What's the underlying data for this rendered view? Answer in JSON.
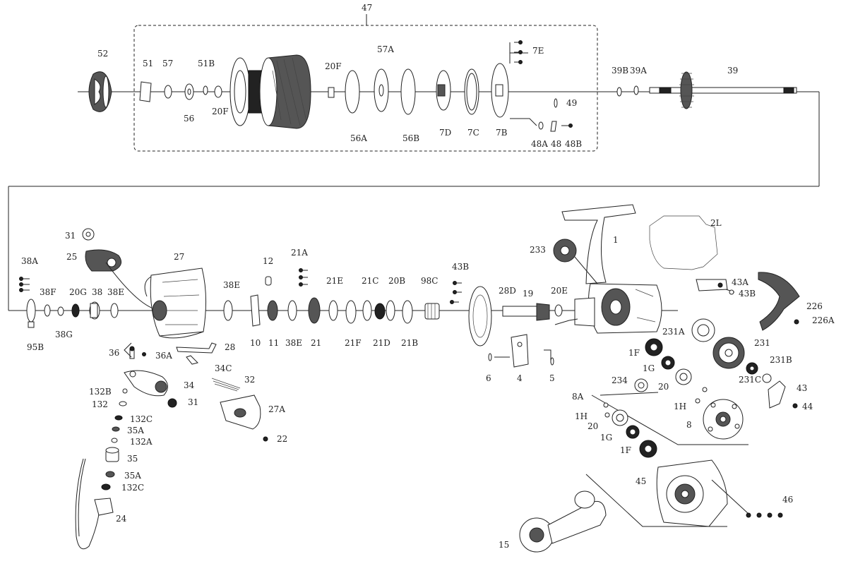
{
  "title": "",
  "assembly_group_label": "47",
  "labels": [
    "52",
    "51",
    "57",
    "56",
    "51B",
    "20F",
    "20F",
    "57A",
    "56A",
    "56B",
    "7D",
    "7C",
    "7B",
    "7E",
    "49",
    "48A",
    "48",
    "48B",
    "39B",
    "39A",
    "39",
    "31",
    "25",
    "27",
    "38A",
    "38F",
    "20G",
    "38",
    "38E",
    "95B",
    "38G",
    "38E",
    "12",
    "10",
    "11",
    "21A",
    "38E",
    "21",
    "21E",
    "21F",
    "21C",
    "21D",
    "20B",
    "21B",
    "98C",
    "43B",
    "28D",
    "19",
    "20E",
    "1",
    "233",
    "2L",
    "43A",
    "43B",
    "226",
    "226A",
    "231A",
    "231",
    "231B",
    "231C",
    "1F",
    "1G",
    "20",
    "1H",
    "43",
    "44",
    "36",
    "36A",
    "28",
    "34",
    "34C",
    "32",
    "27A",
    "22",
    "31",
    "132B",
    "132",
    "132C",
    "35A",
    "132A",
    "35",
    "35A",
    "132C",
    "24",
    "6",
    "4",
    "5",
    "234",
    "8A",
    "1H",
    "20",
    "1G",
    "1F",
    "8",
    "45",
    "46",
    "15"
  ]
}
